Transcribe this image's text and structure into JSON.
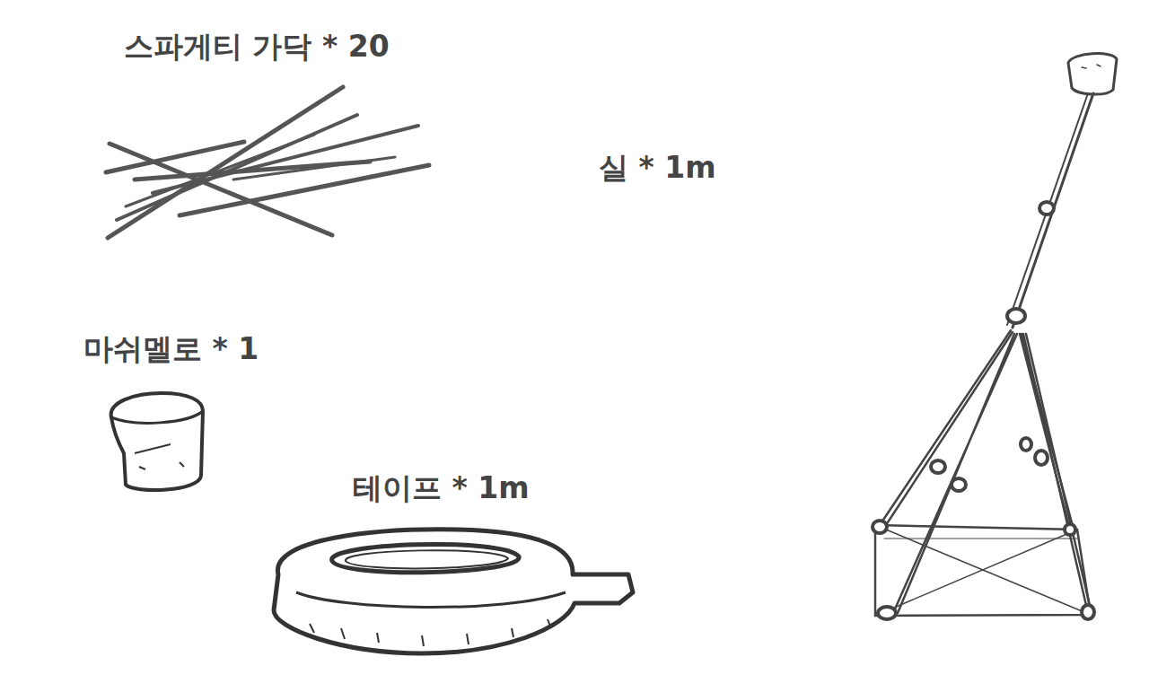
{
  "diagram": {
    "labels": [
      "스파게티 가닥 * 20",
      "실 * 1m",
      "마쉬멜로 * 1",
      "테이프 * 1m"
    ]
  }
}
